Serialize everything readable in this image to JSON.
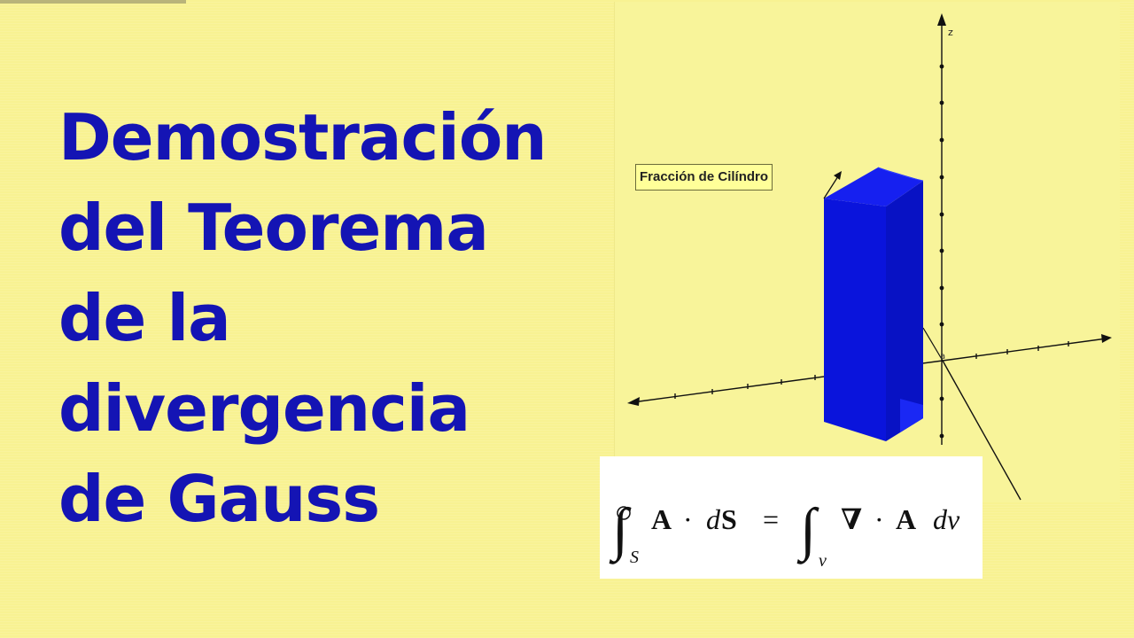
{
  "title_lines": [
    "Demostración",
    "del Teorema",
    "de la",
    "divergencia",
    "de Gauss"
  ],
  "graph": {
    "z_axis_label": "z",
    "origin_label": "a",
    "object_label": "Fracción de Cilíndro"
  },
  "formula": {
    "surface_subscript": "S",
    "volume_subscript": "v",
    "vector_A": "A",
    "dot": "·",
    "d": "d",
    "vector_S": "S",
    "equals": "=",
    "nabla": "∇",
    "dv": "dv"
  },
  "colors": {
    "background": "#f8f292",
    "title": "#1414b4",
    "solid": "#0a12dc",
    "label_box": "#ffff99"
  }
}
